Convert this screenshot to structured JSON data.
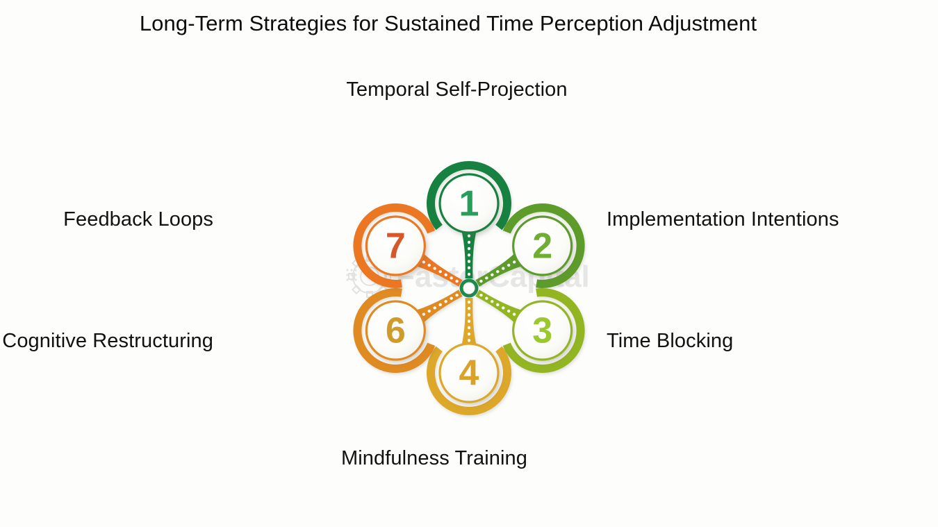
{
  "page": {
    "title": "Long-Term Strategies for Sustained Time Perception Adjustment",
    "background_color": "#fdfdfc",
    "title_color": "#0d0d0d"
  },
  "watermark": {
    "text": "FasterCapital",
    "icon": "gear-logo-icon",
    "color": "#e3e3e3"
  },
  "diagram": {
    "type": "radial-petal-wheel",
    "hub": {
      "label": "center-hub",
      "fill": "#ffffff",
      "ring_color": "#1e8b4e"
    },
    "petals": [
      {
        "number": "1",
        "label": "Temporal Self-Projection",
        "color": "#17813f",
        "number_color": "#25a05a",
        "angle_deg": -90,
        "position": "top"
      },
      {
        "number": "2",
        "label": "Implementation Intentions",
        "color": "#5d9b2b",
        "number_color": "#6fae33",
        "angle_deg": -30,
        "position": "upper-right"
      },
      {
        "number": "3",
        "label": "Time Blocking",
        "color": "#93b524",
        "number_color": "#9bc82f",
        "angle_deg": 30,
        "position": "lower-right"
      },
      {
        "number": "4",
        "label": "Mindfulness Training",
        "color": "#dda72a",
        "number_color": "#d9a32b",
        "angle_deg": 90,
        "position": "bottom"
      },
      {
        "number": "6",
        "label": "Cognitive Restructuring",
        "color": "#e08a24",
        "number_color": "#cf9b2b",
        "angle_deg": 150,
        "position": "lower-left"
      },
      {
        "number": "7",
        "label": "Feedback Loops",
        "color": "#ec7722",
        "number_color": "#d4582a",
        "angle_deg": 210,
        "position": "upper-left"
      }
    ]
  }
}
